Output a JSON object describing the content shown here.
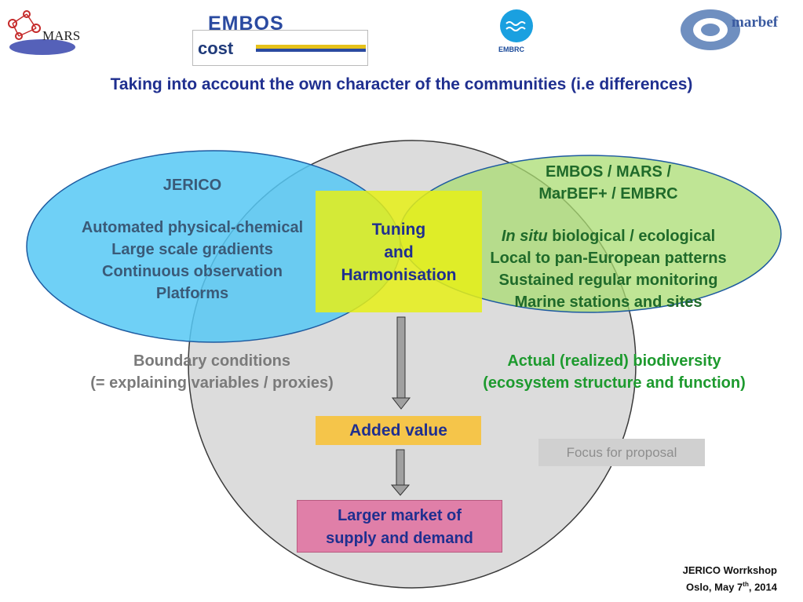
{
  "logos": {
    "mars": "MARS",
    "embos": "EMBOS",
    "cost": "cost",
    "embrc": "EMBRC",
    "marbef": "marbef"
  },
  "title": "Taking into account the own character of the communities (i.e differences)",
  "jerico": {
    "heading": "JERICO",
    "lines": [
      "Automated physical-chemical",
      "Large scale gradients",
      "Continuous observation",
      "Platforms"
    ]
  },
  "embos": {
    "heading_1": "EMBOS / MARS /",
    "heading_2": "MarBEF+ / EMBRC",
    "line1_italic": "In situ",
    "line1_rest": " biological / ecological",
    "lines": [
      "Local to pan-European patterns",
      "Sustained regular monitoring",
      "Marine stations and sites"
    ]
  },
  "tuning": {
    "lines": [
      "Tuning",
      "and",
      "Harmonisation"
    ]
  },
  "boundary": {
    "lines": [
      "Boundary conditions",
      "(= explaining variables / proxies)"
    ]
  },
  "actual": {
    "lines": [
      "Actual (realized) biodiversity",
      "(ecosystem structure and function)"
    ]
  },
  "added_value": "Added value",
  "market": {
    "lines": [
      "Larger market of",
      "supply and demand"
    ]
  },
  "focus": "Focus for proposal",
  "footer": {
    "line1": "JERICO Worrkshop",
    "line2_pre": "Oslo, May 7",
    "line2_sup": "th",
    "line2_post": ", 2014"
  },
  "colors": {
    "title": "#1f2f8f",
    "jerico_ellipse": "#56c8f5",
    "embos_ellipse": "#a9dc72",
    "central_circle": "#dcdcdc",
    "tuning_box": "#e6f016",
    "added_value_box": "#f5c54a",
    "market_box": "#e07fa8",
    "focus_box": "#d0d0d0"
  }
}
